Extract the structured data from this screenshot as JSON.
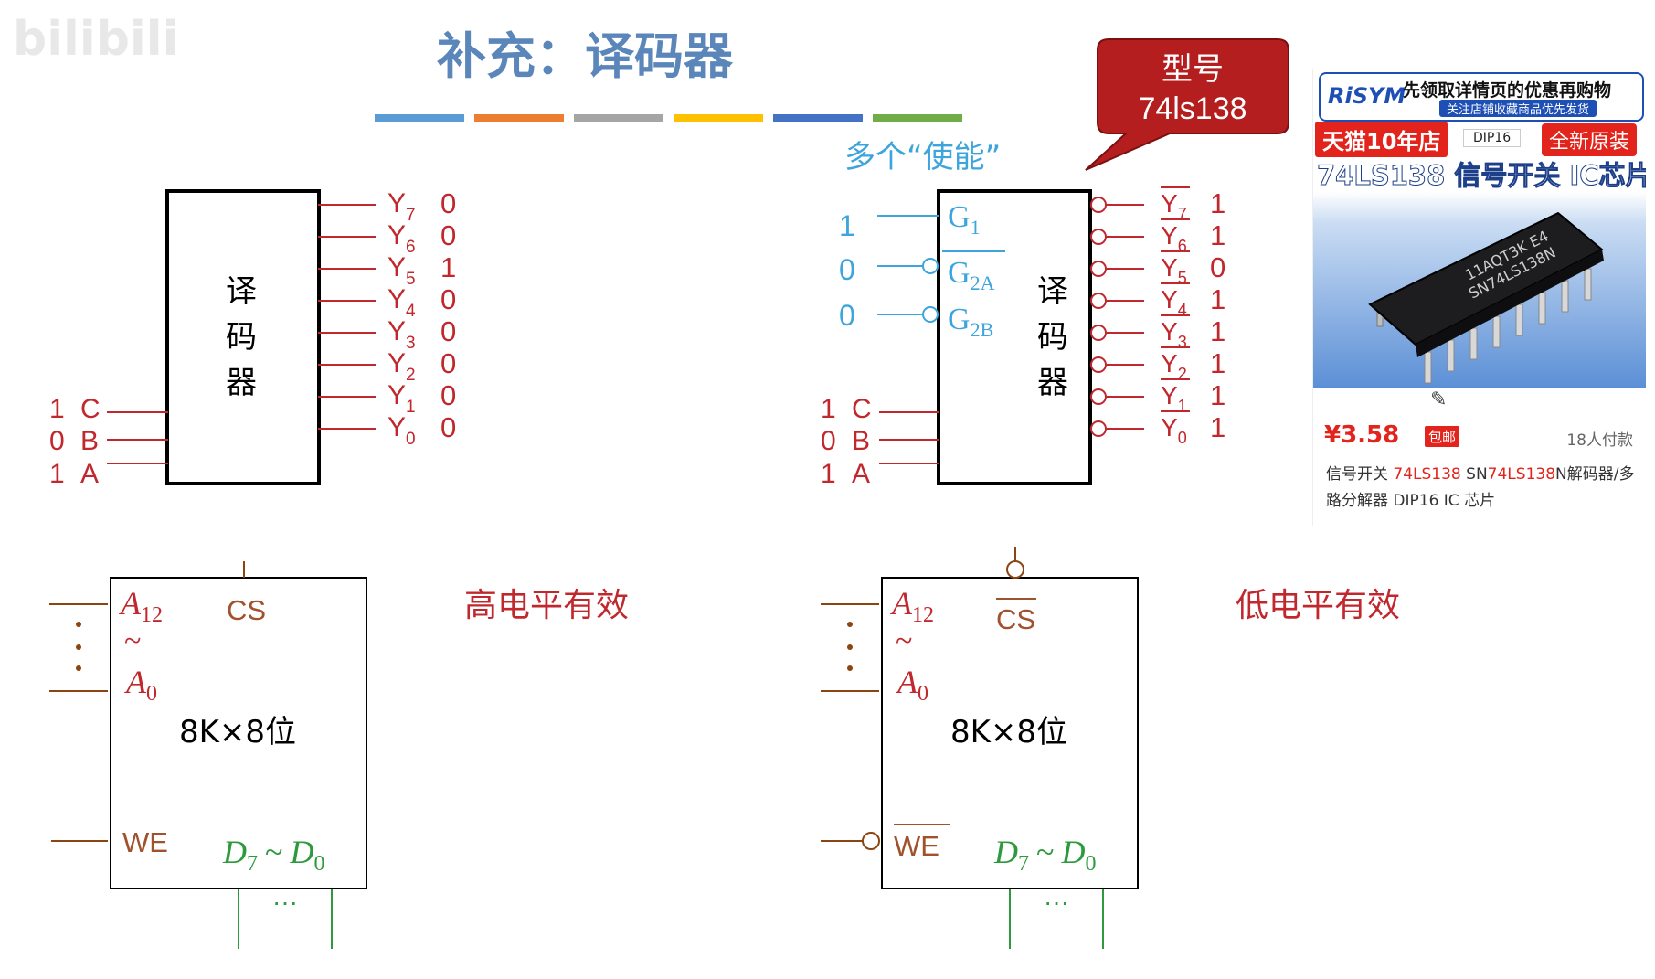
{
  "watermark": "bilibili",
  "title": "补充：译码器",
  "title_bar_colors": [
    "#5b9bd5",
    "#ed7d31",
    "#a5a5a5",
    "#ffc000",
    "#4472c4",
    "#70ad47"
  ],
  "colors": {
    "red": "#c0282d",
    "blue": "#3ea5dc",
    "brown": "#a0522d",
    "green": "#2e9a3e",
    "title": "#5b86b9",
    "callout": "#b41e1e"
  },
  "decoder_left": {
    "box_label": [
      "译",
      "码",
      "器"
    ],
    "inputs": [
      {
        "value": "1",
        "name": "C"
      },
      {
        "value": "0",
        "name": "B"
      },
      {
        "value": "1",
        "name": "A"
      }
    ],
    "outputs": [
      {
        "base": "Y",
        "sub": "7",
        "value": "0"
      },
      {
        "base": "Y",
        "sub": "6",
        "value": "0"
      },
      {
        "base": "Y",
        "sub": "5",
        "value": "1"
      },
      {
        "base": "Y",
        "sub": "4",
        "value": "0"
      },
      {
        "base": "Y",
        "sub": "3",
        "value": "0"
      },
      {
        "base": "Y",
        "sub": "2",
        "value": "0"
      },
      {
        "base": "Y",
        "sub": "1",
        "value": "0"
      },
      {
        "base": "Y",
        "sub": "0",
        "value": "0"
      }
    ]
  },
  "decoder_right": {
    "box_label": [
      "译",
      "码",
      "器"
    ],
    "callout": {
      "line1": "型号",
      "line2": "74ls138"
    },
    "enable_note": "多个“使能”",
    "enables": [
      {
        "value": "1",
        "base": "G",
        "sub": "1"
      },
      {
        "value": "0",
        "base": "G",
        "sub": "2A"
      },
      {
        "value": "0",
        "base": "G",
        "sub": "2B"
      }
    ],
    "inputs": [
      {
        "value": "1",
        "name": "C"
      },
      {
        "value": "0",
        "name": "B"
      },
      {
        "value": "1",
        "name": "A"
      }
    ],
    "outputs": [
      {
        "base": "Y",
        "sub": "7",
        "value": "1"
      },
      {
        "base": "Y",
        "sub": "6",
        "value": "1"
      },
      {
        "base": "Y",
        "sub": "5",
        "value": "0"
      },
      {
        "base": "Y",
        "sub": "4",
        "value": "1"
      },
      {
        "base": "Y",
        "sub": "3",
        "value": "1"
      },
      {
        "base": "Y",
        "sub": "2",
        "value": "1"
      },
      {
        "base": "Y",
        "sub": "1",
        "value": "1"
      },
      {
        "base": "Y",
        "sub": "0",
        "value": "1"
      }
    ]
  },
  "memory_chips": [
    {
      "addr_hi_base": "A",
      "addr_hi_sub": "12",
      "tilde": "~",
      "addr_lo_base": "A",
      "addr_lo_sub": "0",
      "cs": "CS",
      "we": "WE",
      "capacity": "8K×8位",
      "d_hi_base": "D",
      "d_hi_sub": "7",
      "d_lo_base": "D",
      "d_lo_sub": "0",
      "dots": "···",
      "note": "高电平有效"
    },
    {
      "addr_hi_base": "A",
      "addr_hi_sub": "12",
      "tilde": "~",
      "addr_lo_base": "A",
      "addr_lo_sub": "0",
      "cs": "CS",
      "we": "WE",
      "capacity": "8K×8位",
      "d_hi_base": "D",
      "d_hi_sub": "7",
      "d_lo_base": "D",
      "d_lo_sub": "0",
      "dots": "···",
      "note": "低电平有效"
    }
  ],
  "product": {
    "logo": "RiSYM",
    "banner_line1": "先领取详情页的优惠再购物",
    "banner_line2": "关注店铺收藏商品优先发货",
    "store_badge": "天猫10年店",
    "package": "DIP16",
    "new_badge": "全新原装",
    "headline": "74LS138 信号开关 IC芯片",
    "chip_marking_1": "11AQT3K E4",
    "chip_marking_2": "SN74LS138N",
    "price": "¥3.58",
    "ship": "包邮",
    "paid": "18人付款",
    "desc_p1": "信号开关 ",
    "desc_hl1": "74LS138",
    "desc_p2": " SN",
    "desc_hl2": "74LS138",
    "desc_p3": "N解码器/多路分解器 DIP16 IC 芯片"
  }
}
